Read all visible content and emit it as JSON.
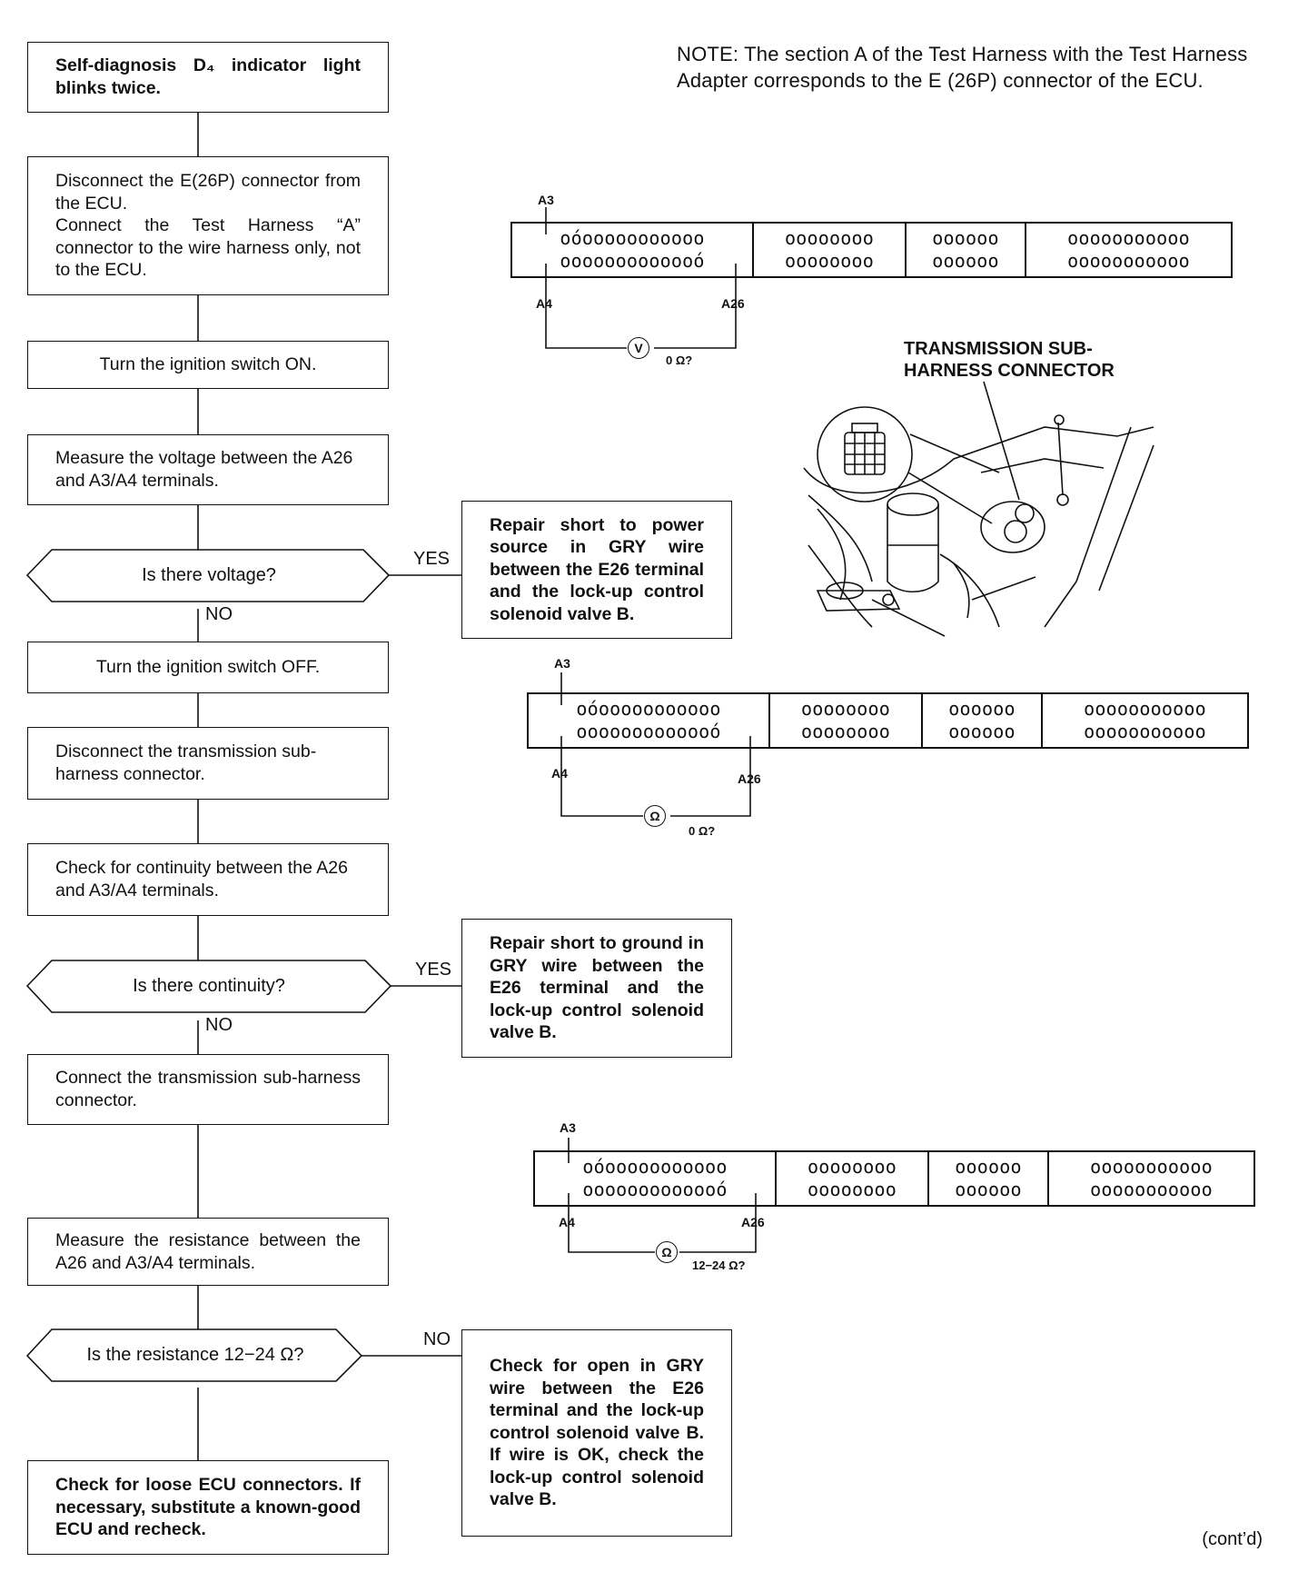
{
  "note": "NOTE:  The section A of the Test Harness with the Test Harness Adapter corresponds to the E (26P) connector of the ECU.",
  "flow": {
    "step1": "Self-diagnosis D₄ indicator light blinks twice.",
    "step2": "Disconnect the E(26P) connector from the ECU.\nConnect the Test Harness “A” connector to the wire harness only, not to the ECU.",
    "step3": "Turn the ignition switch ON.",
    "step4": "Measure the voltage between the A26 and A3/A4 terminals.",
    "decision1": "Is there voltage?",
    "step5": "Turn the ignition switch OFF.",
    "step6": "Disconnect the transmission sub-harness connector.",
    "step7": "Check for continuity between the A26 and A3/A4 terminals.",
    "decision2": "Is there continuity?",
    "step8": "Connect the transmission sub-harness connector.",
    "step9": "Measure the resistance between the A26 and A3/A4 terminals.",
    "decision3": "Is the resistance 12−24 Ω?",
    "step10": "Check for loose ECU connectors. If necessary, substitute a known-good ECU and recheck."
  },
  "branches": {
    "d1_yes": "YES",
    "d1_no": "NO",
    "d2_yes": "YES",
    "d2_no": "NO",
    "d3_no": "NO"
  },
  "side_boxes": {
    "repair_power": "Repair short to power source in GRY wire between the E26 terminal and the lock-up control solenoid valve B.",
    "repair_ground": "Repair short to ground in GRY wire between the E26 terminal and the lock-up control solenoid valve B.",
    "check_open": "Check for open in GRY wire between the E26 terminal and the lock-up control solenoid valve B. If wire is OK, check the lock-up control solenoid valve B."
  },
  "connectors": {
    "segments": [
      {
        "top": "oóooooooooooo",
        "bottom": "ooooooooooooó"
      },
      {
        "top": "oooooooo",
        "bottom": "oooooooo"
      },
      {
        "top": "oooooo",
        "bottom": "oooooo"
      },
      {
        "top": "ooooooooooo",
        "bottom": "ooooooooooo"
      }
    ],
    "pin_top": "A3",
    "pin_bottom_left": "A4",
    "pin_bottom_right": "A26",
    "diagram1": {
      "meter": "V",
      "reading": "0 Ω?"
    },
    "diagram2": {
      "meter": "Ω",
      "reading": "0 Ω?"
    },
    "diagram3": {
      "meter": "Ω",
      "reading": "12−24 Ω?"
    }
  },
  "illustration": {
    "label": "TRANSMISSION SUB-\nHARNESS CONNECTOR"
  },
  "footer": "(cont’d)"
}
